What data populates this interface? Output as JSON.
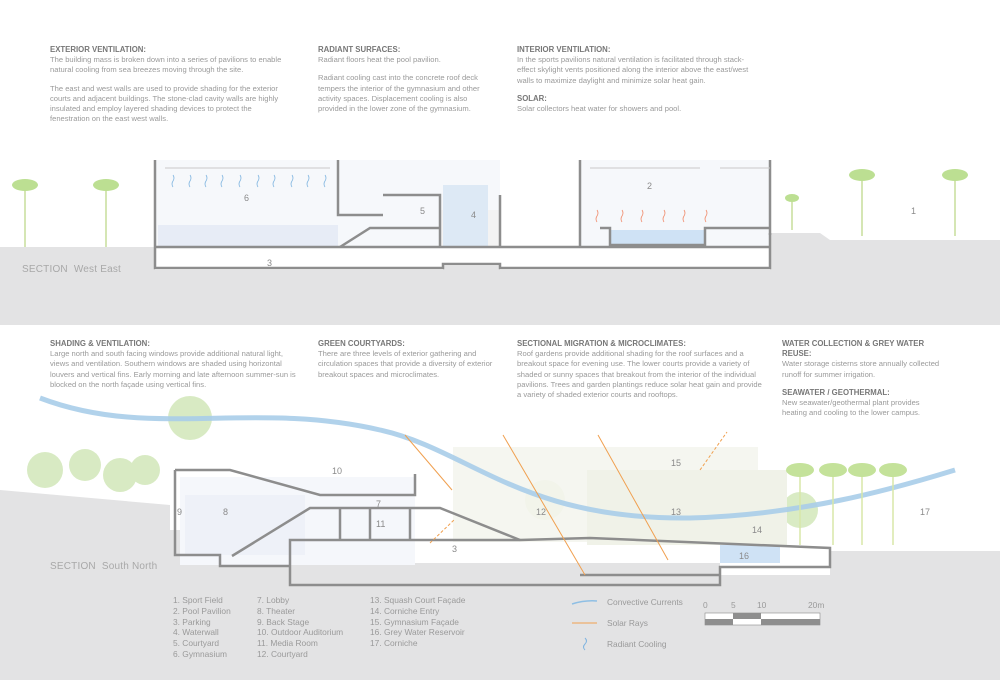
{
  "top_notes": [
    {
      "title": "EXTERIOR VENTILATION:",
      "paras": [
        "The building mass is broken down into a series of pavilions to enable natural cooling from sea breezes moving through the site.",
        "The east and west walls are used to provide shading for the exterior courts and adjacent buildings.  The stone-clad cavity walls are highly insulated and employ layered shading devices to protect the fenestration on the east west walls."
      ]
    },
    {
      "title": "RADIANT SURFACES:",
      "paras": [
        "Radiant floors heat the pool pavilion.",
        "Radiant cooling cast into the concrete roof deck tempers the interior of the gymnasium and other activity spaces. Displacement cooling is also provided in the lower zone of the gymnasium."
      ]
    },
    {
      "title": "INTERIOR VENTILATION:",
      "paras": [
        "In the sports pavilions natural ventilation is facilitated through stack-effect skylight vents positioned along the interior above the east/west walls to maximize daylight and minimize solar heat gain."
      ]
    },
    {
      "title": "SOLAR:",
      "paras": [
        "Solar collectors heat water for showers and pool."
      ]
    }
  ],
  "bottom_notes": [
    {
      "title": "SHADING & VENTILATION:",
      "paras": [
        "Large north and south facing windows provide additional natural light, views and ventilation. Southern windows are shaded using horizontal louvers and vertical fins. Early morning and late afternoon summer-sun is blocked on the north façade using vertical fins."
      ]
    },
    {
      "title": "GREEN COURTYARDS:",
      "paras": [
        "There are three levels of exterior gathering and circulation spaces that provide a diversity of exterior breakout spaces and microclimates."
      ]
    },
    {
      "title": "SECTIONAL MIGRATION & MICROCLIMATES:",
      "paras": [
        "Roof gardens provide additional shading for the roof surfaces and a breakout space for evening use. The lower courts provide a variety of shaded or sunny spaces that breakout from the interior of the individual pavilions.  Trees and garden plantings reduce solar heat gain and provide a variety of shaded exterior courts and rooftops."
      ]
    },
    {
      "title": "WATER COLLECTION & GREY WATER REUSE:",
      "paras": [
        "Water storage cisterns store annually collected runoff for summer  irrigation."
      ]
    },
    {
      "title": "SEAWATER / GEOTHERMAL:",
      "paras": [
        "New seawater/geothermal plant provides heating and cooling to the lower campus."
      ]
    }
  ],
  "sections": {
    "top_label": "SECTION",
    "top_dir": "West East",
    "bottom_label": "SECTION",
    "bottom_dir": "South North"
  },
  "top_numbers": [
    "6",
    "5",
    "4",
    "2",
    "1",
    "3"
  ],
  "bottom_numbers": [
    "10",
    "7",
    "9",
    "8",
    "11",
    "12",
    "13",
    "15",
    "14",
    "16",
    "17",
    "3"
  ],
  "legend": {
    "col1": [
      "1. Sport Field",
      "2. Pool Pavilion",
      "3. Parking",
      "4. Waterwall",
      "5. Courtyard",
      "6. Gymnasium"
    ],
    "col2": [
      "7. Lobby",
      "8. Theater",
      "9. Back Stage",
      "10. Outdoor Auditorium",
      "11. Media Room",
      "12. Courtyard"
    ],
    "col3": [
      "13. Squash Court Façade",
      "14. Corniche Entry",
      "15. Gymnasium Façade",
      "16. Grey Water Reservoir",
      "17. Corniche"
    ],
    "symbols": [
      "Convective Currents",
      "Solar Rays",
      "Radiant Cooling"
    ],
    "scale": [
      "0",
      "5",
      "10",
      "20m"
    ]
  },
  "colors": {
    "ground": "#e3e3e4",
    "wall": "#9a9a9a",
    "air": "#a9cde9",
    "sun": "#f0a050",
    "tree": "#b9df8e"
  }
}
